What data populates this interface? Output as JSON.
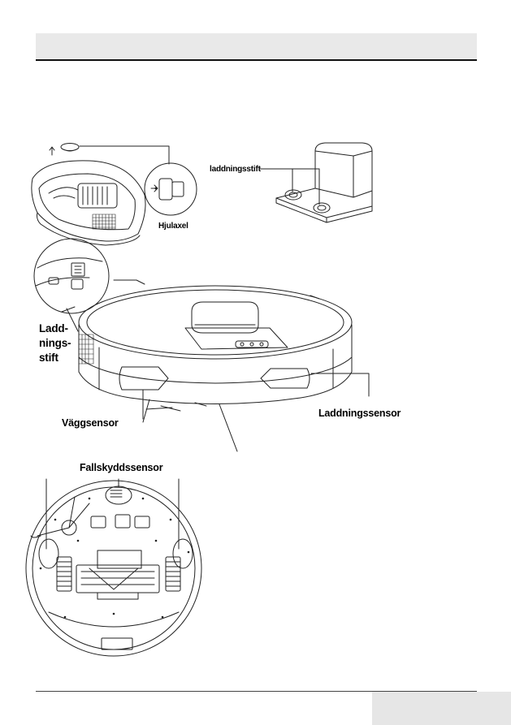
{
  "labels": {
    "hjulaxel": "Hjulaxel",
    "laddningsstift_dock": "laddningsstift",
    "ladd_line1": "Ladd-",
    "ladd_line2": "nings-",
    "ladd_line3": "stift",
    "vaggsensor": "Väggsensor",
    "laddningssensor": "Laddningssensor",
    "fallskyddssensor": "Fallskyddssensor"
  },
  "colors": {
    "header_band": "#e9e9e9",
    "footer_band": "#e6e6e6",
    "line_art": "#222222"
  }
}
